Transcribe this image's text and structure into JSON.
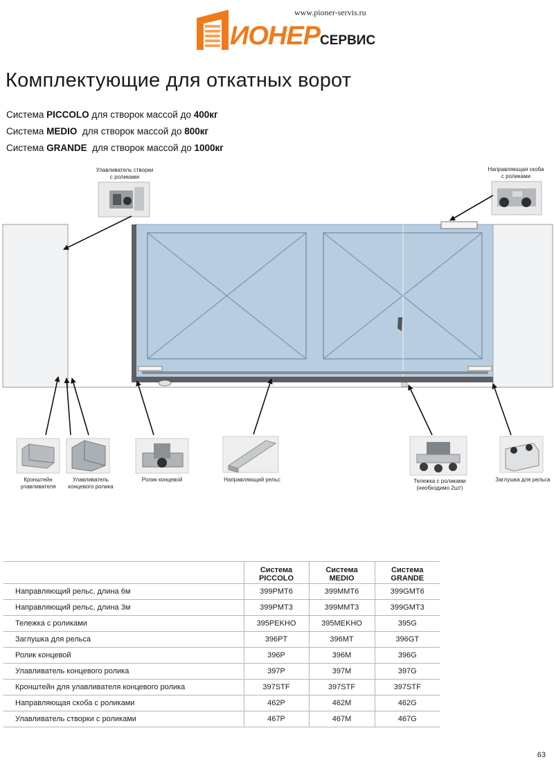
{
  "header": {
    "url": "www.pioner-servis.ru",
    "logo_main": "ИОНЕР",
    "logo_sub": "СЕРВИС"
  },
  "title": "Комплектующие для откатных ворот",
  "systems": [
    {
      "prefix": "Система ",
      "name": "PICCOLO",
      "mid": " для створок массой до ",
      "weight": "400кг"
    },
    {
      "prefix": "Система ",
      "name": "MEDIO",
      "mid": "  для створок массой до ",
      "weight": "800кг"
    },
    {
      "prefix": "Система ",
      "name": "GRANDE",
      "mid": "  для створок массой до ",
      "weight": "1000кг"
    }
  ],
  "diagram": {
    "top_left_label": "Улавливатель створки\nс роликами",
    "top_right_label": "Направляющая скоба\nс роликами",
    "parts": [
      "Кронштейн\nулавливателя",
      "Улавливатель\nконцевого ролика",
      "Ролик концевой",
      "Направляющий рельс",
      "Тележка с роликами\n(необходимо 2шт)",
      "Заглушка для рельса"
    ],
    "colors": {
      "gate": "#b8cde0",
      "gate_line": "#6b8aa6",
      "post": "#f2f3f4",
      "logo_orange": "#f07a1a"
    }
  },
  "table": {
    "headers": [
      "",
      "Система\nPICCOLO",
      "Система\nMEDIO",
      "Система\nGRANDE"
    ],
    "rows": [
      [
        "Направляющий рельс, длина 6м",
        "399PMT6",
        "399MMT6",
        "399GMT6"
      ],
      [
        "Направляющий рельс, длина 3м",
        "399PMT3",
        "399MMT3",
        "399GMT3"
      ],
      [
        "Тележка с роликами",
        "395PEKHO",
        "395MEKHO",
        "395G"
      ],
      [
        "Заглушка для рельса",
        "396PT",
        "396MT",
        "396GT"
      ],
      [
        "Ролик концевой",
        "396P",
        "396M",
        "396G"
      ],
      [
        "Улавливатель концевого ролика",
        "397P",
        "397M",
        "397G"
      ],
      [
        "Кронштейн для улавливателя концевого ролика",
        "397STF",
        "397STF",
        "397STF"
      ],
      [
        "Направляющая скоба с роликами",
        "462P",
        "462M",
        "462G"
      ],
      [
        "Улавливатель створки с роликами",
        "467P",
        "467M",
        "467G"
      ]
    ]
  },
  "page_number": "63"
}
